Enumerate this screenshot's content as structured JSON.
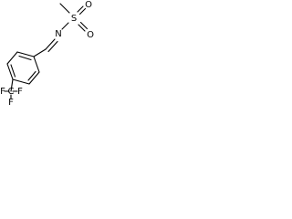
{
  "molecule": {
    "atoms": {
      "nitrogen": "N",
      "sulfur": "S",
      "oxygen_1": "O",
      "oxygen_2": "O",
      "carbon_cf3": "C",
      "fluorine_1": "F",
      "fluorine_2": "F",
      "fluorine_3": "F"
    }
  }
}
